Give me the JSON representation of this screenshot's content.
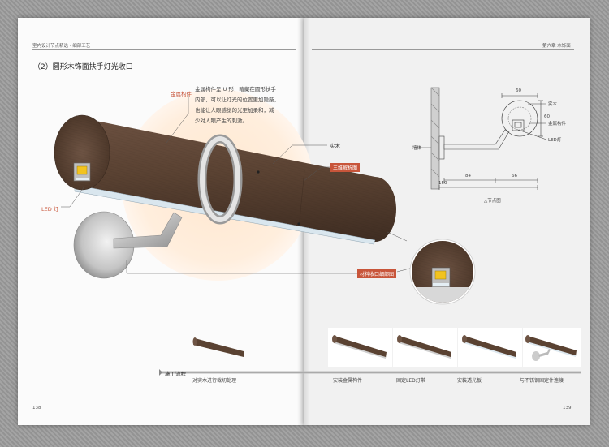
{
  "book": {
    "left_header": "室内设计节点精选 · 细部工艺",
    "right_header": "第六章  木饰面",
    "left_page_number": "138",
    "right_page_number": "139"
  },
  "section_title": "（2）圆形木饰面扶手灯光收口",
  "callouts": {
    "metal_part_title": "金属构件",
    "metal_part_desc": [
      "金属构件呈 U 形，暗藏在圆形扶手",
      "内部，可以让灯光的位置更加隐蔽，",
      "也能让人眼感觉的光更加柔和，减",
      "少对人眼产生的刺激。"
    ],
    "wood_label": "实木",
    "led_label": "LED 灯",
    "exploded_tag": "三维解析图",
    "detail_tag": "材料收口细部图"
  },
  "node_drawing": {
    "caption": "△节点图",
    "wall_label": "墙体",
    "wood_label": "实木",
    "metal_label": "金属构件",
    "led_label": "LED灯",
    "dim_top": "60",
    "dim_side": "60",
    "dim_bottom_left": "84",
    "dim_bottom_right": "66",
    "dim_total": "150"
  },
  "process": {
    "title": "施工流程",
    "steps": [
      "对实木进行裁切处理",
      "安装金属构件",
      "固定LED灯带",
      "安装透光板",
      "与不锈钢固定件连接"
    ]
  },
  "colors": {
    "accent": "#c8553a",
    "wood": "#5a4232",
    "steel": "#c9c9c9",
    "led": "#f2c31f"
  }
}
